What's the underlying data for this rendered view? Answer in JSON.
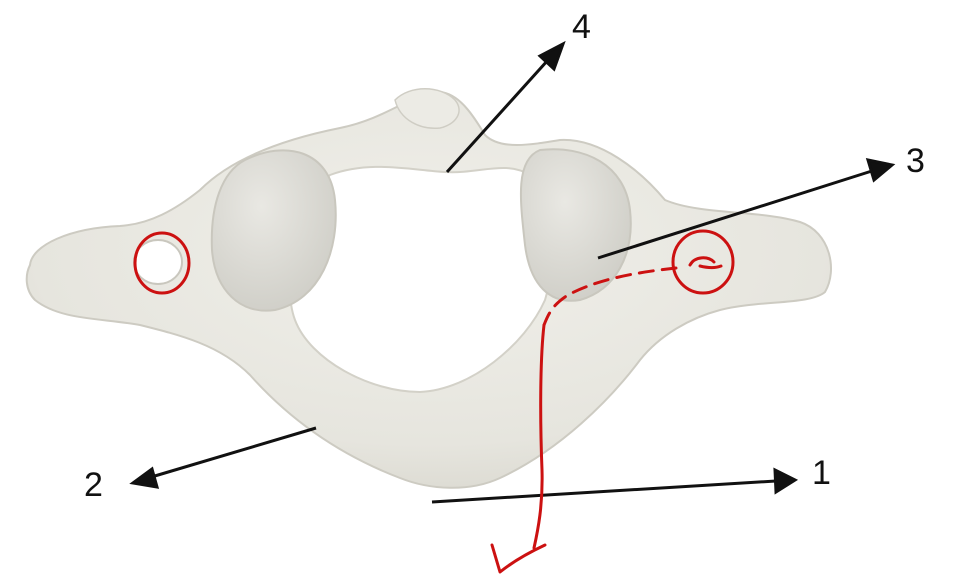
{
  "figure": {
    "subject": "atlas-vertebra-superior-view",
    "labels": [
      "1",
      "2",
      "3",
      "4"
    ]
  },
  "colors": {
    "bone": "#e9e8e1",
    "bone_shadow": "#cfcdc4",
    "facet": "#d9d8d2",
    "arrow": "#111111",
    "annotation": "#cc1111",
    "background": "#ffffff"
  }
}
